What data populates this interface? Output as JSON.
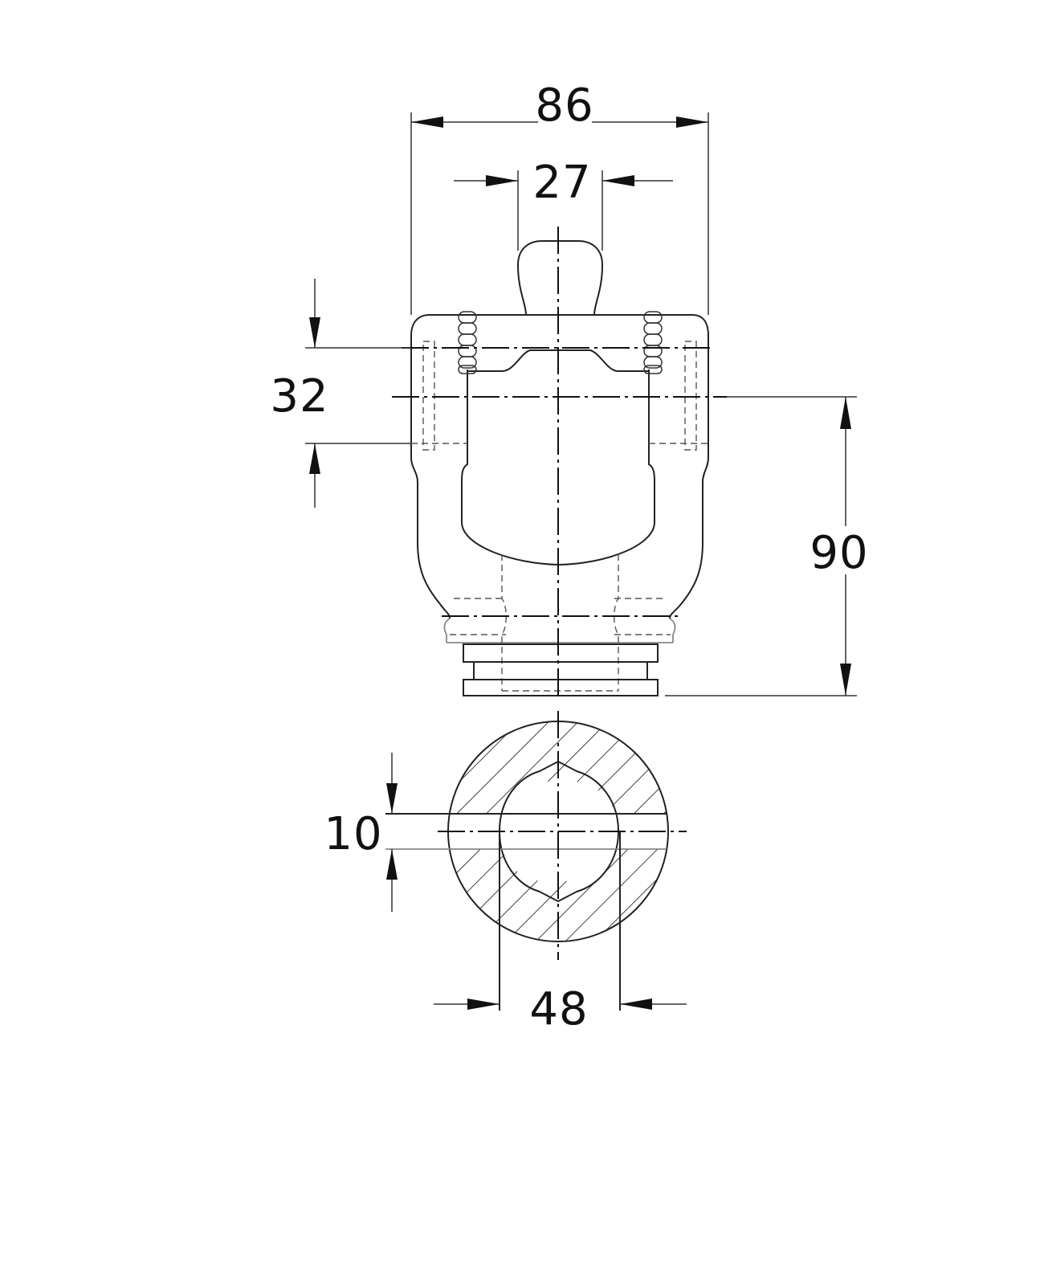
{
  "dimensions": {
    "overall_width": "86",
    "shaft_width": "27",
    "pin_height": "32",
    "overall_height": "90",
    "slot_gap": "10",
    "bore_diameter": "48"
  },
  "colors": {
    "line": "#111111",
    "light_line": "#888888",
    "background": "#ffffff"
  }
}
